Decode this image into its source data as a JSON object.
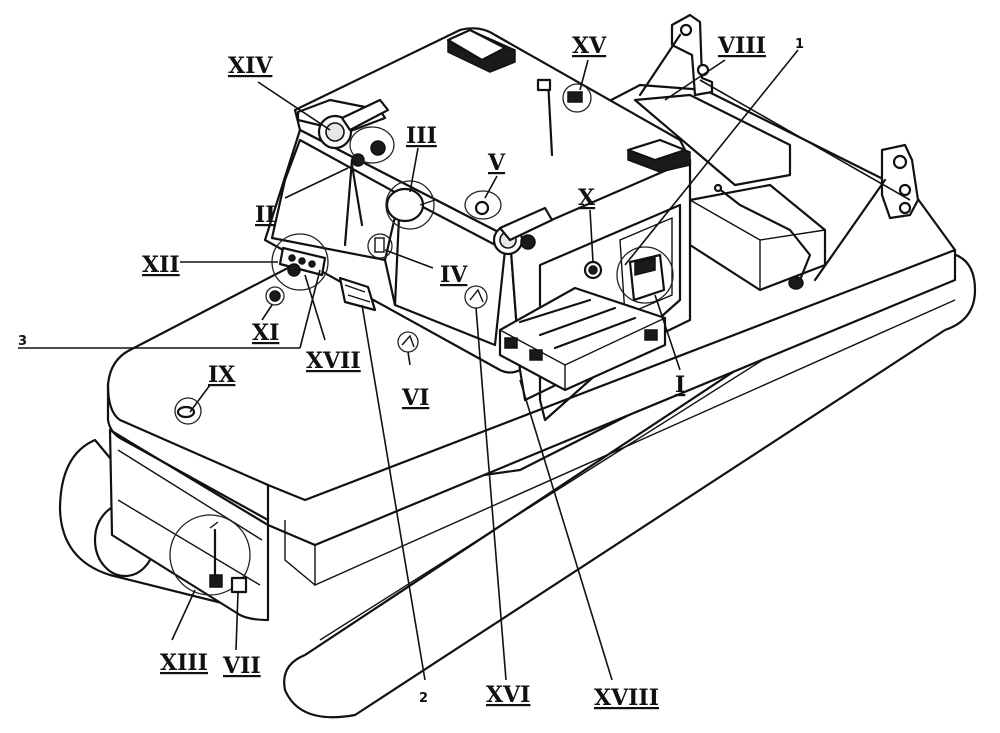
{
  "labels": {
    "I": "I",
    "II": "II",
    "III": "III",
    "IV": "IV",
    "V": "V",
    "VI": "VI",
    "VII": "VII",
    "VIII": "VIII",
    "IX": "IX",
    "X": "X",
    "XI": "XI",
    "XII": "XII",
    "XIII": "XIII",
    "XIV": "XIV",
    "XV": "XV",
    "XVI": "XVI",
    "XVII": "XVII",
    "XVIII": "XVIII"
  },
  "numbers": {
    "n1": "1",
    "n2": "2",
    "n3": "3"
  }
}
